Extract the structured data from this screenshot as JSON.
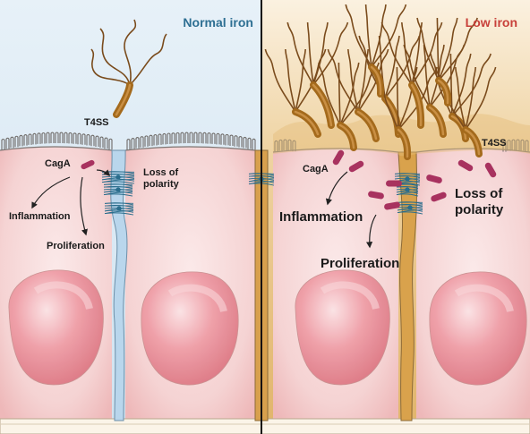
{
  "panels": {
    "normal": {
      "title": "Normal iron",
      "title_color": "#2e6f93",
      "labels": {
        "t4ss": "T4SS",
        "caga": "CagA",
        "loss_of_polarity": "Loss of\npolarity",
        "inflammation": "Inflammation",
        "proliferation": "Proliferation"
      }
    },
    "low": {
      "title": "Low iron",
      "title_color": "#c8403a",
      "labels": {
        "t4ss": "T4SS",
        "caga": "CagA",
        "loss_of_polarity": "Loss of\npolarity",
        "inflammation": "Inflammation",
        "proliferation": "Proliferation"
      }
    }
  },
  "colors": {
    "normal_background": "#d6e6f2",
    "low_background": "#e8c68c",
    "cell_fill": "#f7dcdc",
    "cell_edge": "#f1c2c2",
    "nucleus": "#e28a94",
    "normal_junction": "#b9d6ec",
    "low_junction": "#d9a24c",
    "bacterium": "#a46a1c",
    "flagella": "#7a4b1c",
    "caga": "#a8325f",
    "tight_junction": "#2a6d8c",
    "divider": "#111111"
  }
}
